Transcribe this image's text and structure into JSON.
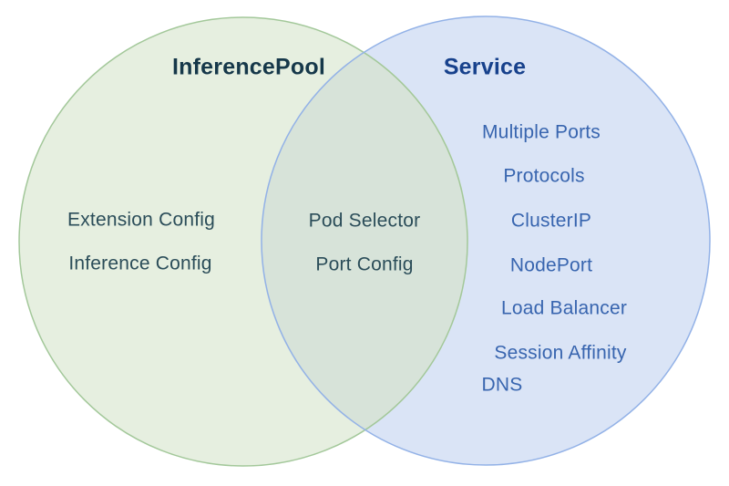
{
  "diagram": {
    "type": "venn",
    "left_set": {
      "title": "InferencePool",
      "items": [
        "Extension Config",
        "Inference Config"
      ]
    },
    "intersection": {
      "items": [
        "Pod Selector",
        "Port Config"
      ]
    },
    "right_set": {
      "title": "Service",
      "items": [
        "Multiple Ports",
        "Protocols",
        "ClusterIP",
        "NodePort",
        "Load Balancer",
        "Session Affinity",
        "DNS"
      ]
    },
    "colors": {
      "left_fill": "#e6efe0",
      "left_stroke": "#a3c89a",
      "right_fill": "#dae4f6",
      "right_stroke": "#93b2e7",
      "overlap_fill": "#d7e3d9",
      "left_title_text": "#16384a",
      "left_item_text": "#2b4d59",
      "right_title_text": "#17418c",
      "right_item_text": "#3865af",
      "background": "#ffffff"
    }
  }
}
